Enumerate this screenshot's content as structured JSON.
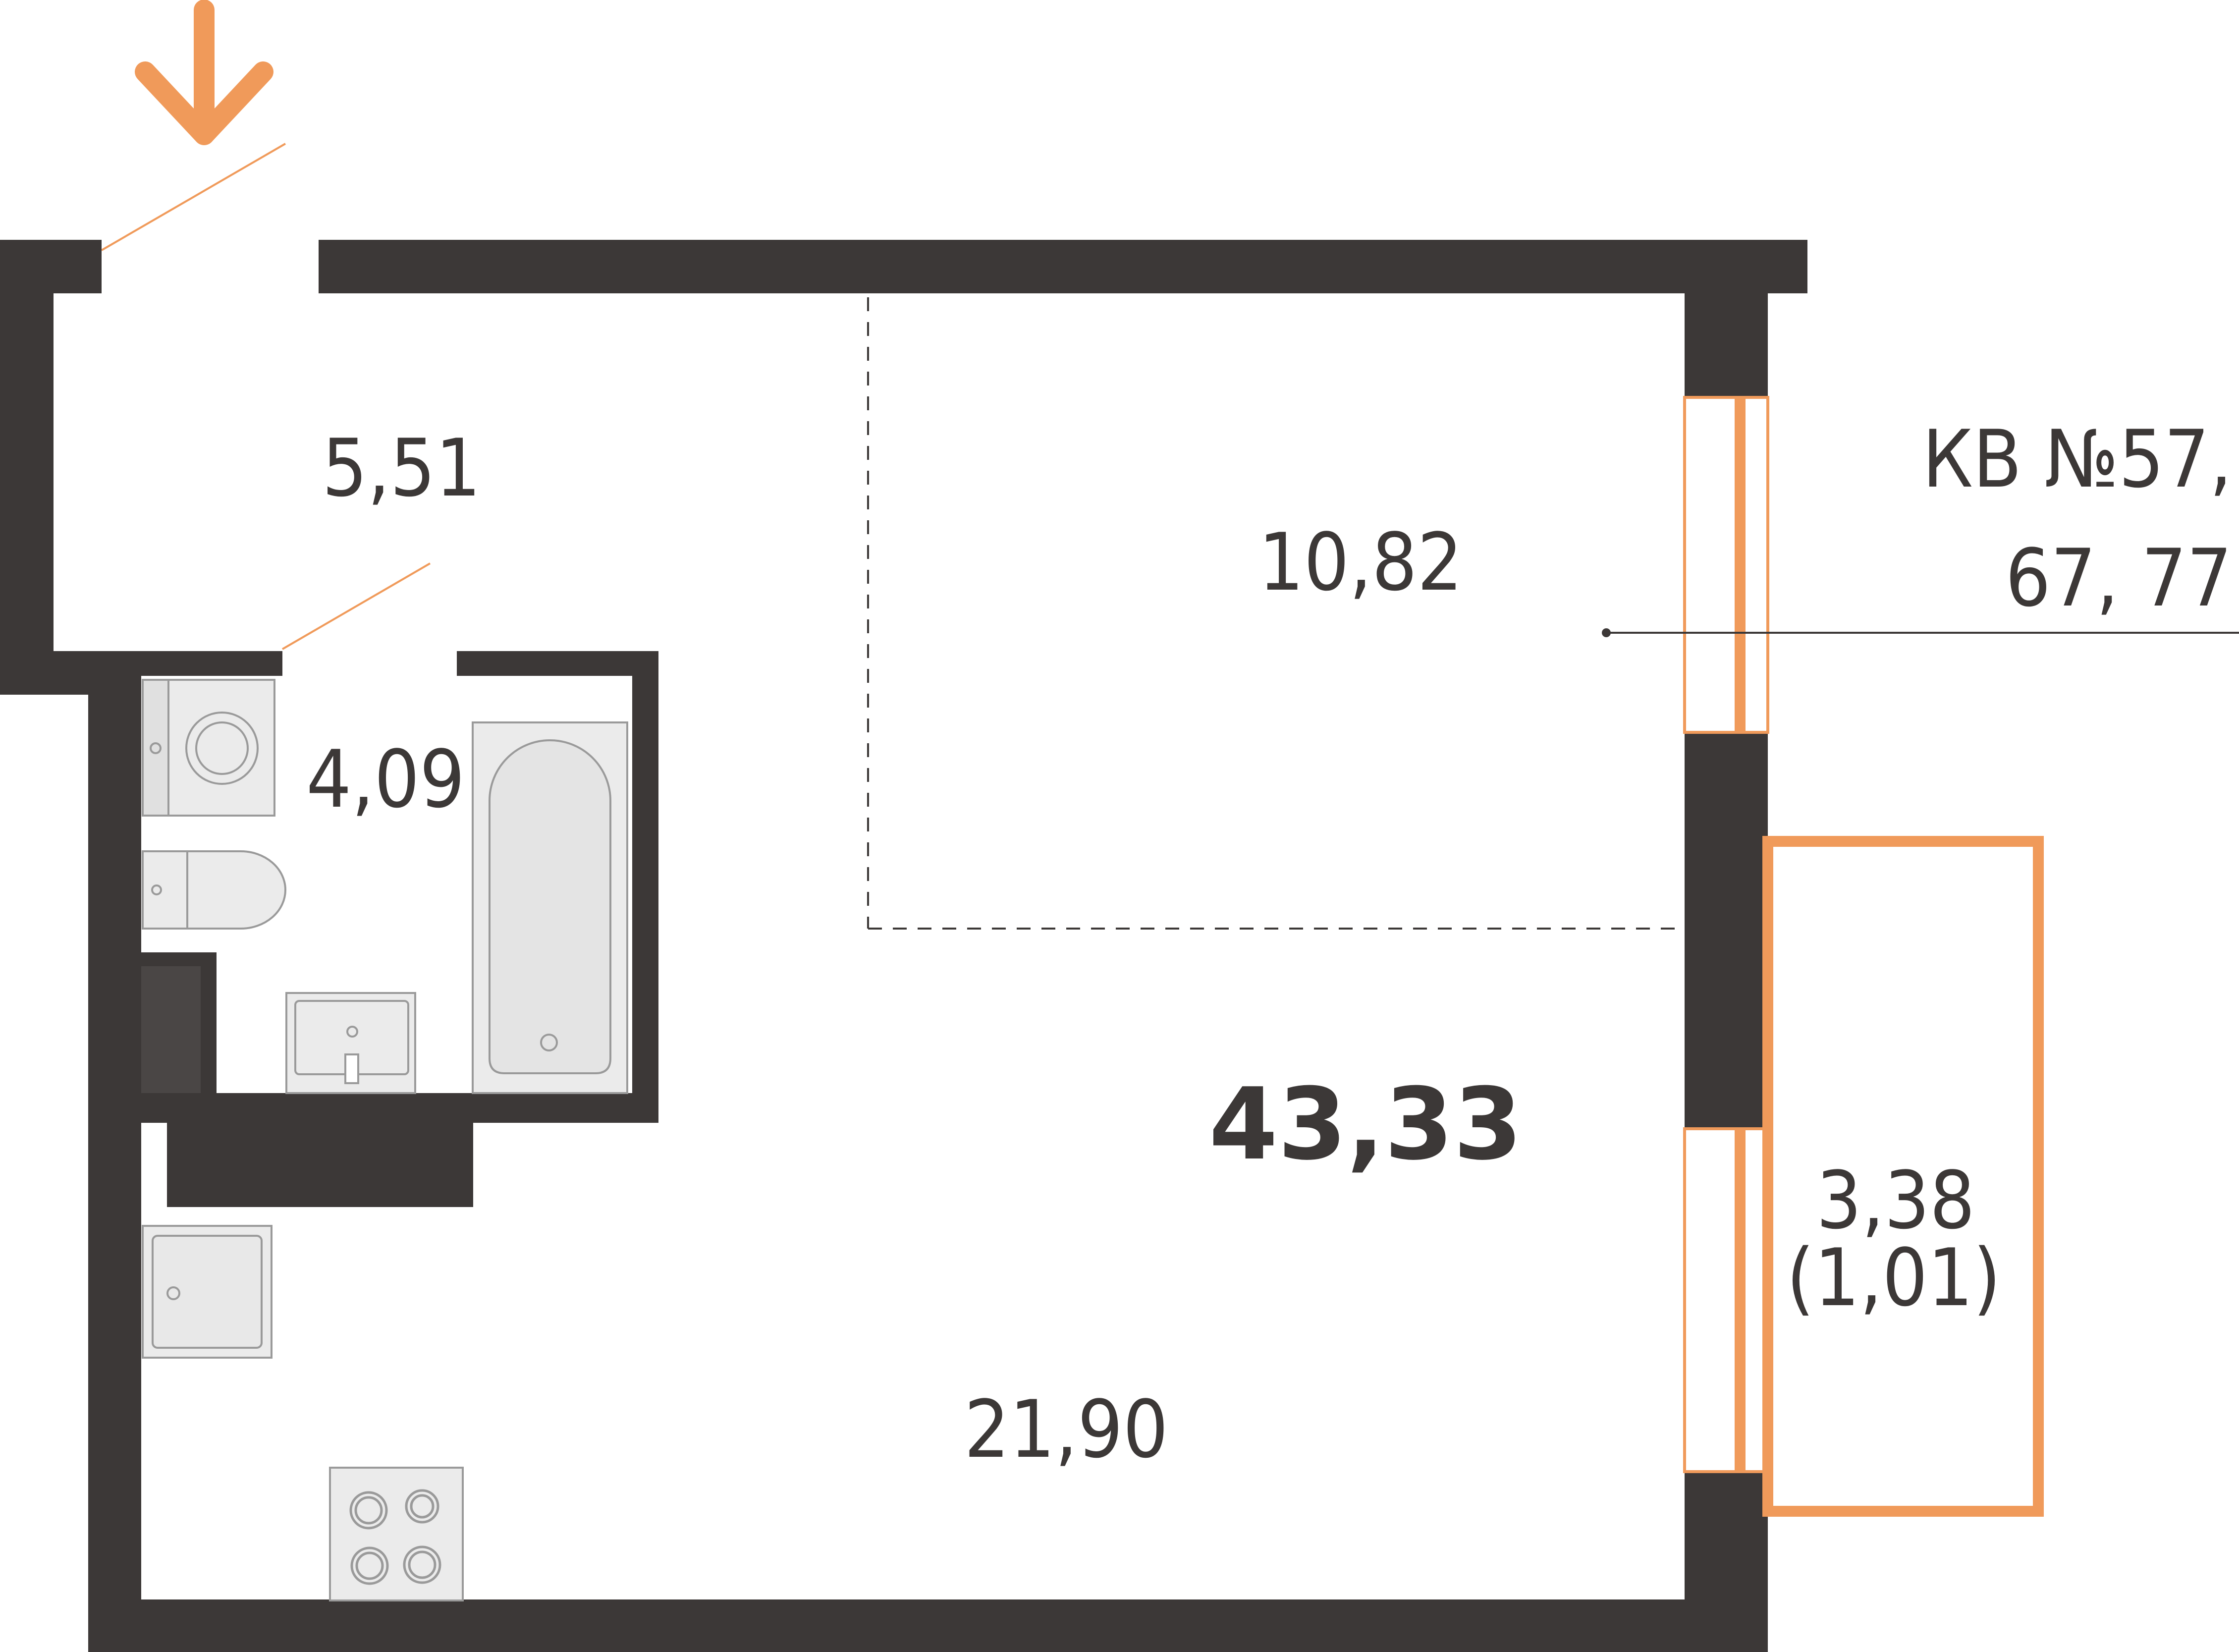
{
  "plan": {
    "apartment_line1": "КВ №57,",
    "apartment_line2": "67, 77",
    "total_area": "43,33",
    "rooms": {
      "hall": "5,51",
      "bathroom": "4,09",
      "bedroom_zone": "10,82",
      "living_kitchen": "21,90",
      "balcony": "3,38",
      "balcony_reduced": "(1,01)"
    }
  },
  "colors": {
    "wall": "#3c3837",
    "accent": "#f09a5a",
    "fixture_fill": "#ebebeb",
    "fixture_stroke": "#9a9a9a"
  },
  "icons": {
    "entrance": "entrance-arrow-icon",
    "washer": "washing-machine-icon",
    "toilet": "toilet-icon",
    "sink": "washbasin-icon",
    "bathtub": "bathtub-icon",
    "kitchen_sink": "kitchen-sink-icon",
    "stove": "cooktop-icon"
  }
}
